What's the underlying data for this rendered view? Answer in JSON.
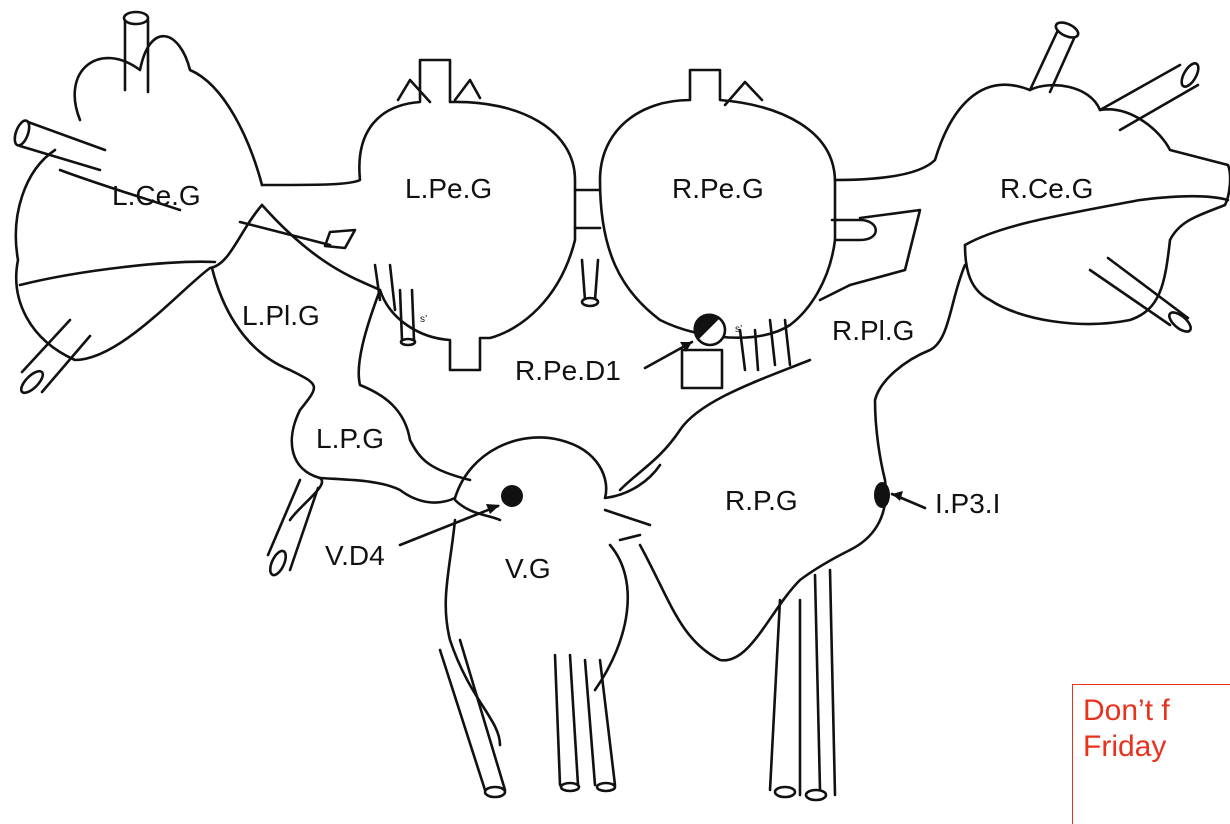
{
  "diagram": {
    "labels": {
      "l_ce_g": "L.Ce.G",
      "l_pe_g": "L.Pe.G",
      "r_pe_g": "R.Pe.G",
      "r_ce_g": "R.Ce.G",
      "l_pl_g": "L.Pl.G",
      "r_pl_g": "R.Pl.G",
      "r_pe_d1": "R.Pe.D1",
      "l_p_g": "L.P.G",
      "r_p_g": "R.P.G",
      "v_d4": "V.D4",
      "v_g": "V.G",
      "i_p3_i": "I.P3.I",
      "si_left": "s’",
      "si_right": "s’"
    }
  },
  "note": {
    "line1": "Don’t f",
    "line2": "Friday"
  }
}
